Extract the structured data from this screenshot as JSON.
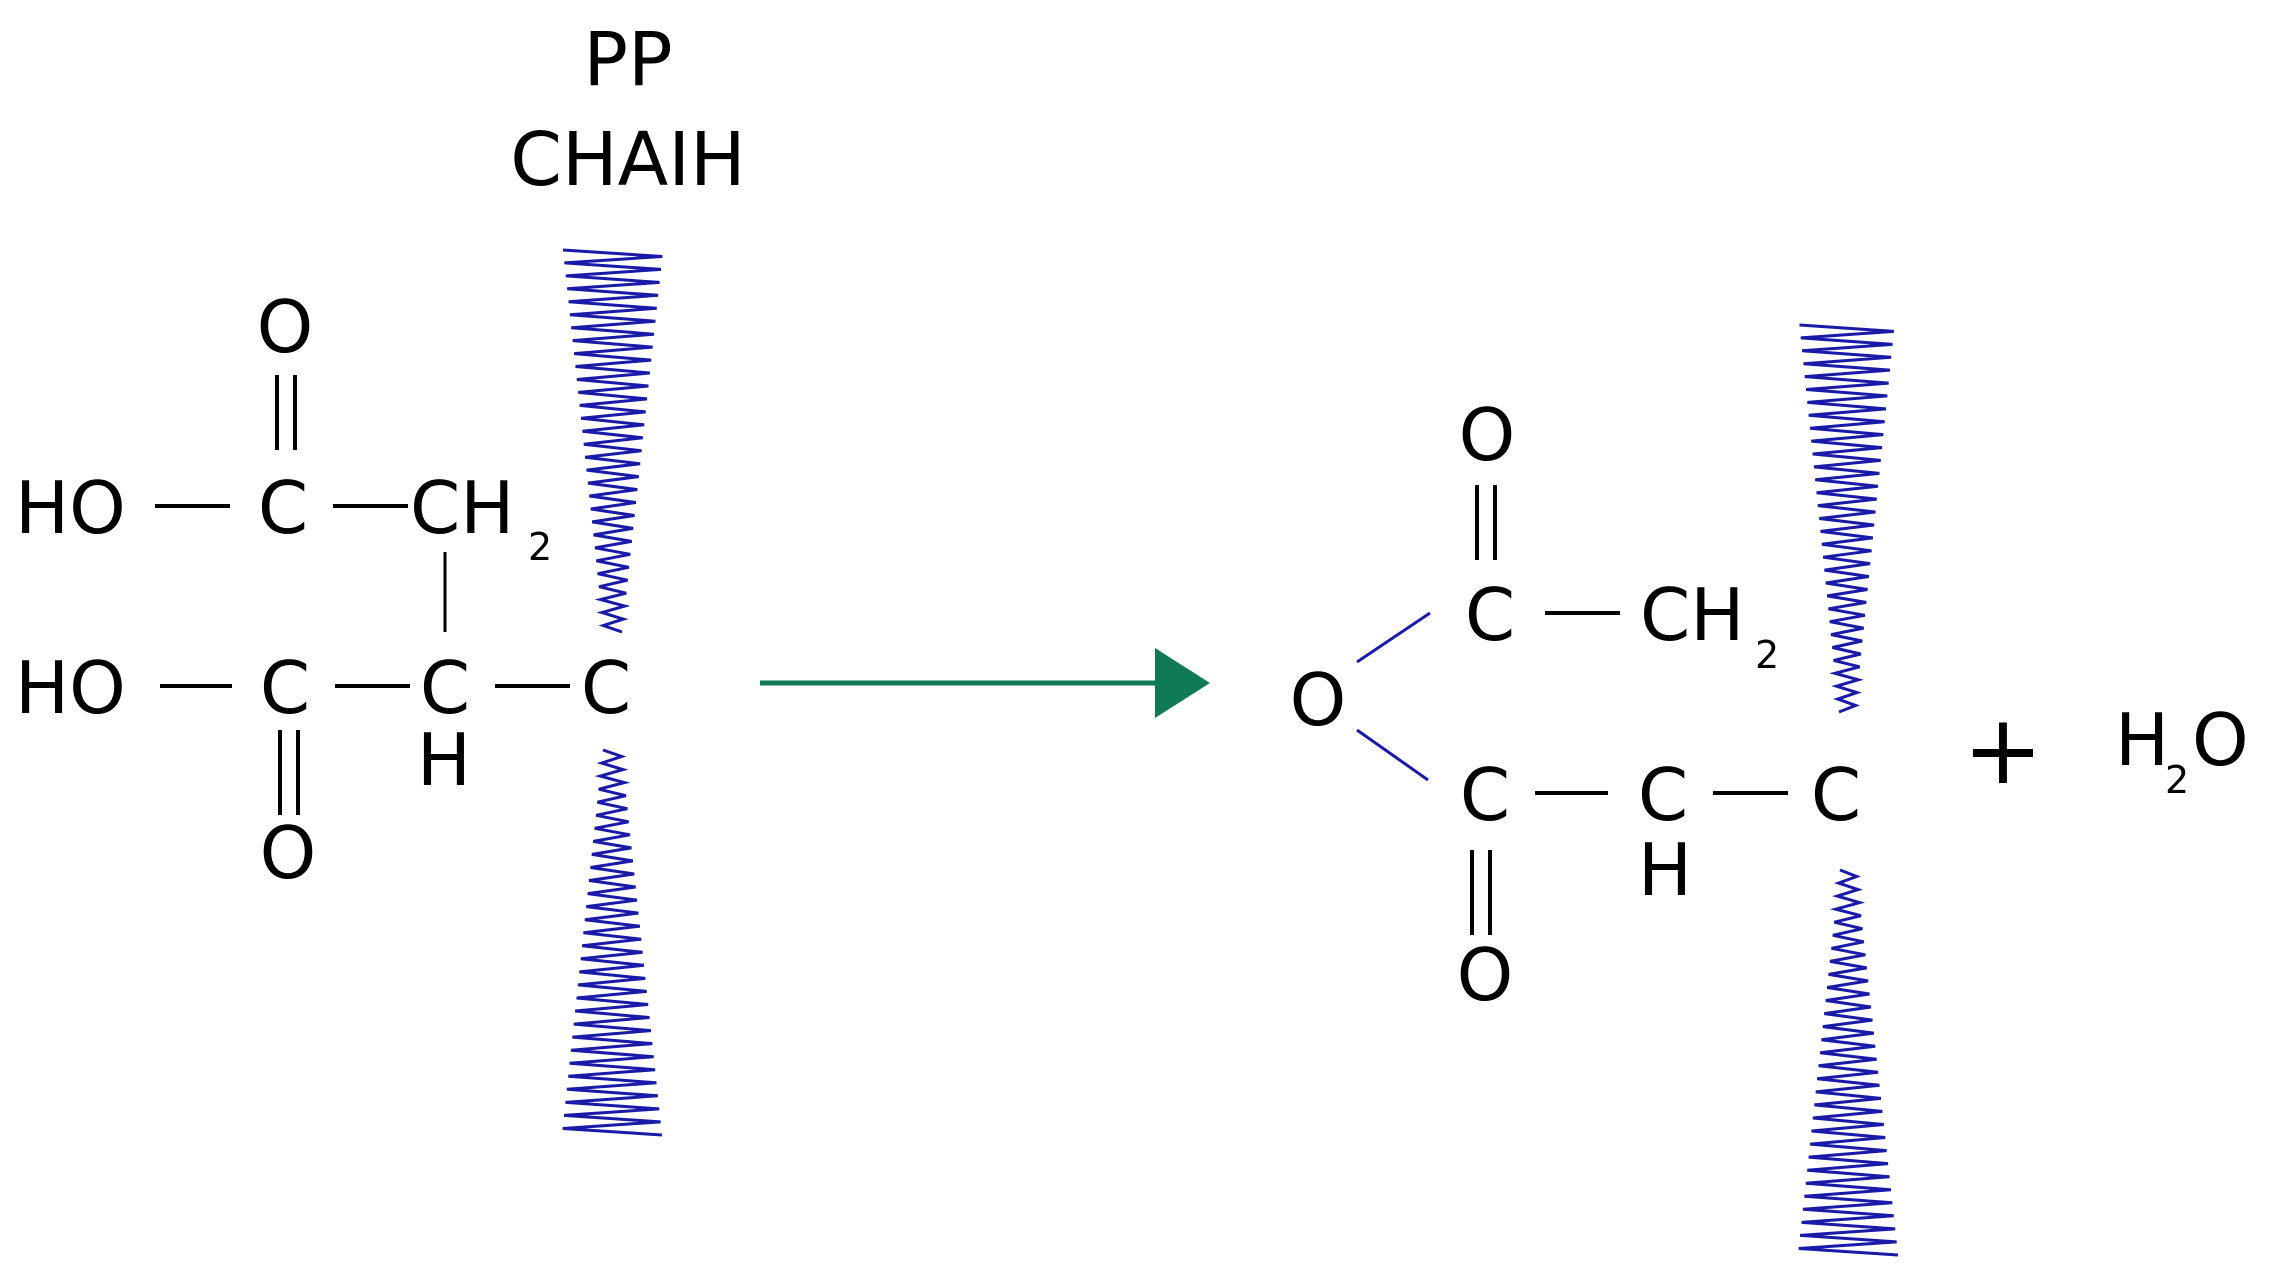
{
  "polymer_label": {
    "line1": "PP",
    "line2": "CHAIH"
  },
  "reactant": {
    "o_top": "O",
    "ho_top": "HO",
    "c_top": "C",
    "ch2_top": "CH",
    "ch2_top_sub": "2",
    "ho_bottom": "HO",
    "c_bottom": "C",
    "ch_mid": "C",
    "h_mid": "H",
    "c_chain": "C",
    "o_bottom": "O"
  },
  "product": {
    "o_top": "O",
    "c_top": "C",
    "ch2": "CH",
    "ch2_sub": "2",
    "o_ring": "O",
    "c_bottom": "C",
    "ch_mid": "C",
    "h_mid": "H",
    "c_chain": "C",
    "o_bottom": "O"
  },
  "byproduct": {
    "plus": "+",
    "water_h": "H",
    "water_sub": "2",
    "water_o": "O"
  },
  "colors": {
    "chain": "#1a1aa8",
    "arrow": "#0f7a55",
    "bond": "#000000",
    "ring_bond": "#1a1aa8"
  }
}
